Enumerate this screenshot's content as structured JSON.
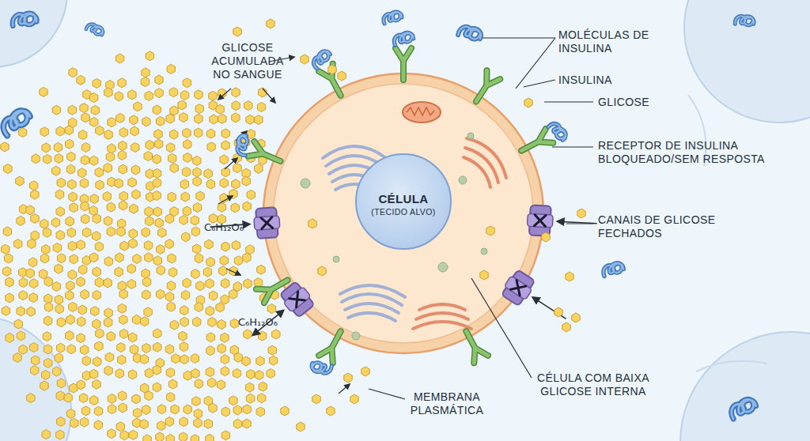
{
  "diagram": {
    "nodes": [
      {
        "text": [
          "CÉLULA",
          "(TECIDO ALVO)"
        ]
      }
    ],
    "labels": [
      "GLICOSE ACUMULADA NO SANGUE",
      "MOLÉCULAS DE INSULINA",
      "INSULINA",
      "GLICOSE",
      "RECEPTOR DE INSULINA BLOQUEADO/SEM RESPOSTA",
      "CANAIS DE GLICOSE FECHADOS",
      "C₆H₁₂O₆",
      "C₆H₁₂O₆",
      "CÉLULA COM BAIXA GLICOSE INTERNA",
      "MEMBRANA PLASMÁTICA"
    ]
  }
}
